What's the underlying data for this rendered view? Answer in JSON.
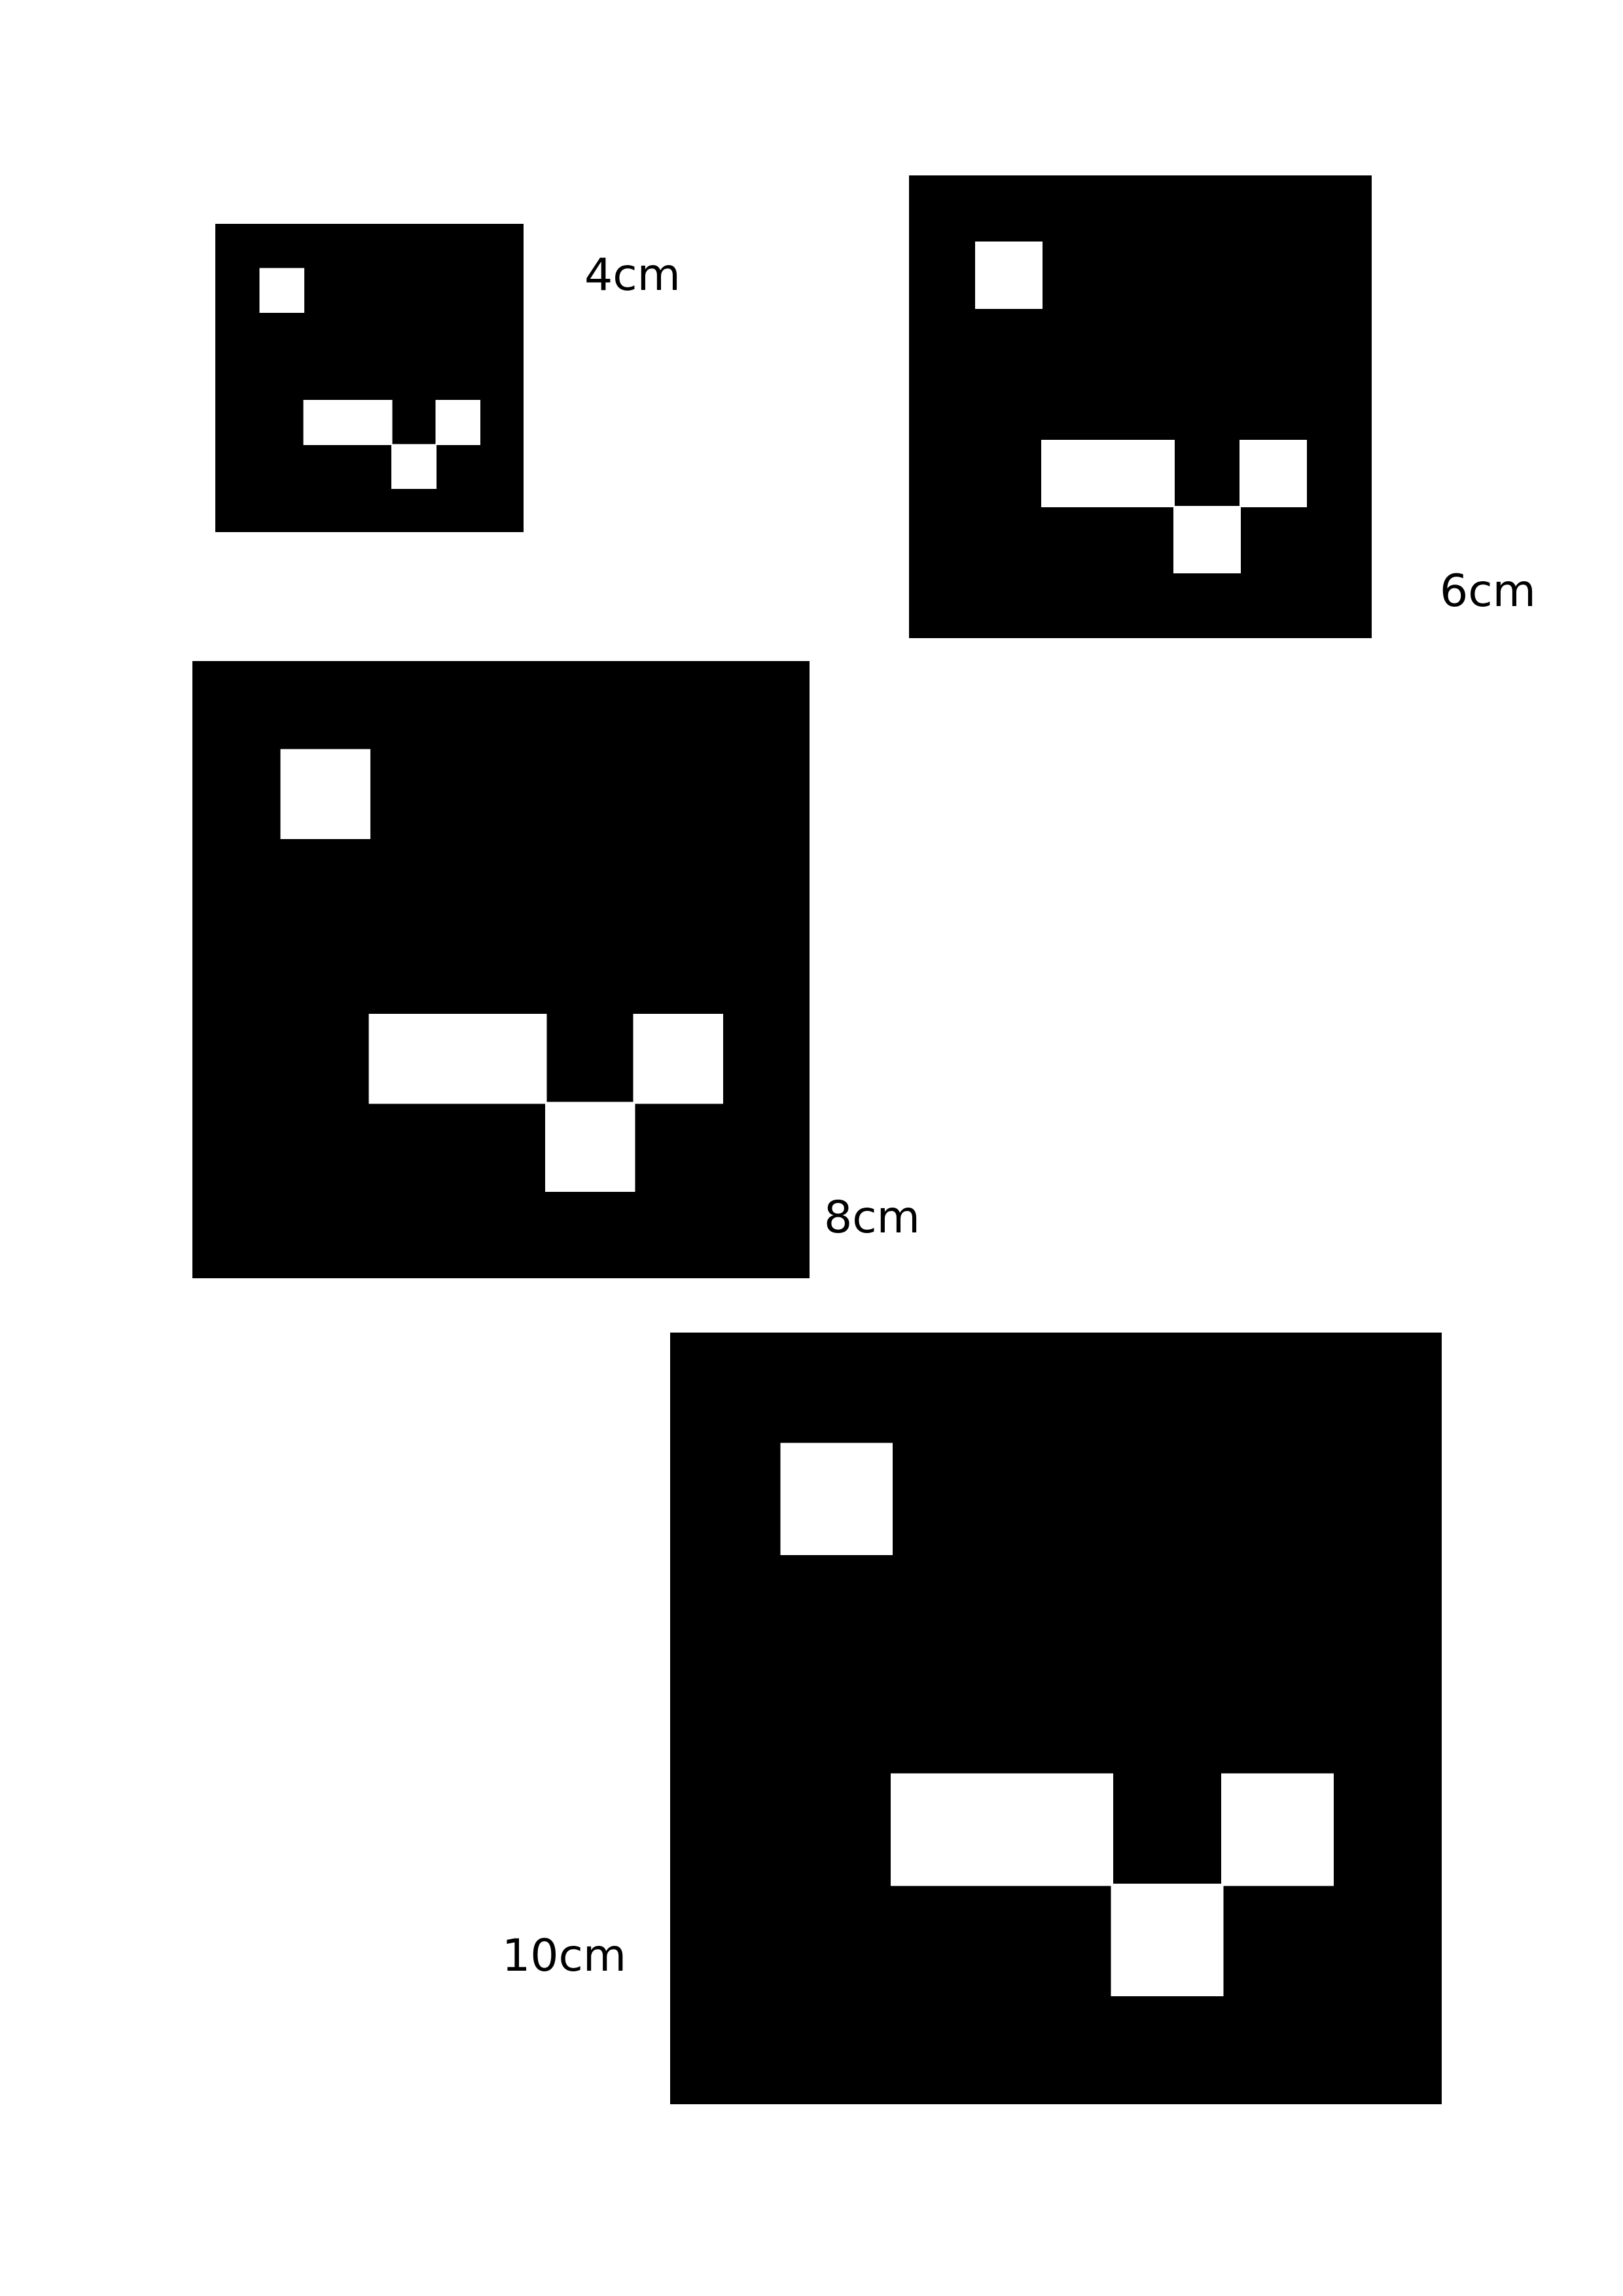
{
  "markers": [
    {
      "label": "4cm"
    },
    {
      "label": "6cm"
    },
    {
      "label": "8cm"
    },
    {
      "label": "10cm"
    }
  ],
  "marker_pattern": {
    "grid": 7,
    "white_cells": [
      [
        1,
        1
      ],
      [
        2,
        4
      ],
      [
        3,
        4
      ],
      [
        5,
        4
      ],
      [
        4,
        5
      ]
    ]
  },
  "colors": {
    "marker": "#000000",
    "cell": "#ffffff",
    "page": "#ffffff",
    "text": "#000000"
  }
}
